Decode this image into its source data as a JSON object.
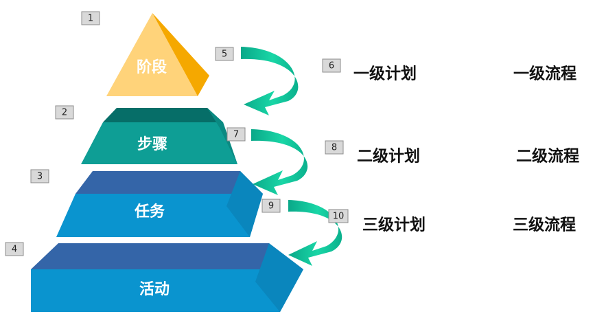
{
  "layers": [
    {
      "label": "阶段",
      "number": "1"
    },
    {
      "label": "步骤",
      "number": "2"
    },
    {
      "label": "任务",
      "number": "3"
    },
    {
      "label": "活动",
      "number": "4"
    }
  ],
  "transitions": [
    {
      "arrow_number": "5",
      "row_number": "6",
      "plan": "一级计划",
      "process": "一级流程"
    },
    {
      "arrow_number": "7",
      "row_number": "8",
      "plan": "二级计划",
      "process": "二级流程"
    },
    {
      "arrow_number": "9",
      "row_number": "10",
      "plan": "三级计划",
      "process": "三级流程"
    }
  ],
  "colors": {
    "stage": "#FFD37A",
    "step": "#0E9E95",
    "task": "#0C97D0",
    "activity": "#0C97D0",
    "arrow": "#12C29A"
  }
}
